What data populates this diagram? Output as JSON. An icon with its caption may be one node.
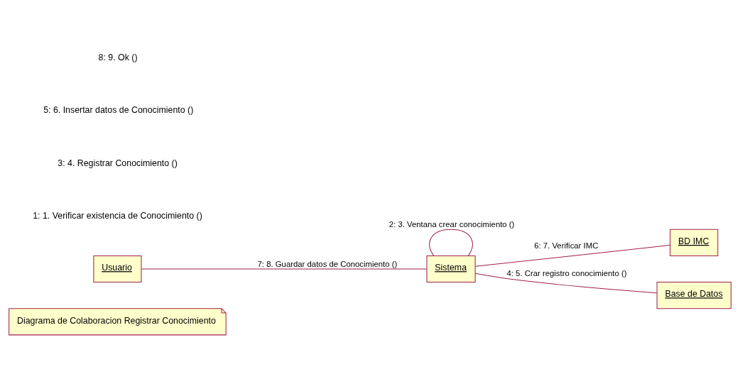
{
  "diagram": {
    "nodes": [
      {
        "text": [
          "Diagrama de Colaboracion Registrar Conocimiento"
        ]
      },
      {
        "text": [
          "BD IMC"
        ]
      },
      {
        "text": [
          "Sistema"
        ]
      },
      {
        "text": [
          "Usuario"
        ]
      },
      {
        "text": [
          "Base de Datos"
        ]
      }
    ],
    "edges": [
      {
        "from": 2,
        "to": 2,
        "arrow": "none",
        "label": "2: 3. Ventana crear conocimiento ()"
      },
      {
        "from": 2,
        "to": 1,
        "arrow": "none",
        "label": "6: 7. Verificar IMC"
      },
      {
        "from": 2,
        "to": 4,
        "arrow": "none",
        "label": "4: 5. Crar registro conocimiento ()"
      },
      {
        "from": 3,
        "to": 2,
        "arrow": "none",
        "label": "7: 8. Guardar datos de Conocimiento ()"
      }
    ],
    "labels": [
      "1: 1. Verificar existencia de Conocimiento ()",
      "3: 4. Registrar Conocimiento ()",
      "5: 6. Insertar datos de Conocimiento ()",
      "8: 9. Ok ()"
    ]
  }
}
